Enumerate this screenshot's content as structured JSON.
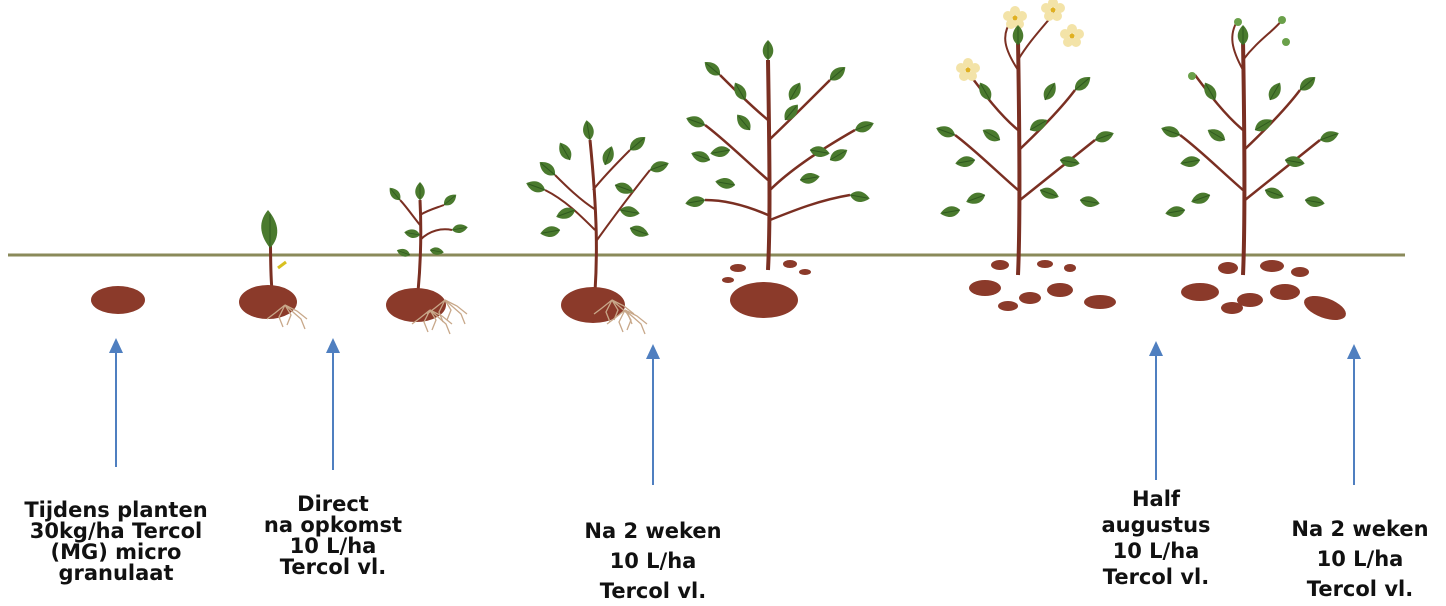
{
  "stages": [
    {
      "id": "tuber"
    },
    {
      "id": "sprout"
    },
    {
      "id": "seedling"
    },
    {
      "id": "young-plant"
    },
    {
      "id": "tuber-initiation"
    },
    {
      "id": "flowering"
    },
    {
      "id": "berries"
    }
  ],
  "applications": [
    {
      "lines": [
        "Tijdens  planten",
        "30kg/ha  Tercol",
        "(MG)  micro",
        "granulaat"
      ]
    },
    {
      "lines": [
        "Direct",
        "na opkomst",
        "10 L/ha",
        "Tercol vl."
      ]
    },
    {
      "lines": [
        "Na 2 weken",
        "10 L/ha",
        "Tercol vl."
      ]
    },
    {
      "lines": [
        "Half",
        "augustus",
        "10 L/ha",
        "Tercol vl."
      ]
    },
    {
      "lines": [
        "Na 2 weken",
        "10 L/ha",
        "Tercol vl."
      ]
    }
  ],
  "colors": {
    "ground": "#8a8a5a",
    "leaf": "#4a7a2e",
    "leaf_dark": "#2f5a1f",
    "stem": "#7a2f22",
    "tuber": "#8b3a2a",
    "root": "#c8a88a",
    "flower": "#f3e3a8",
    "berry": "#6aa04a",
    "arrow": "#4f7fc0"
  }
}
